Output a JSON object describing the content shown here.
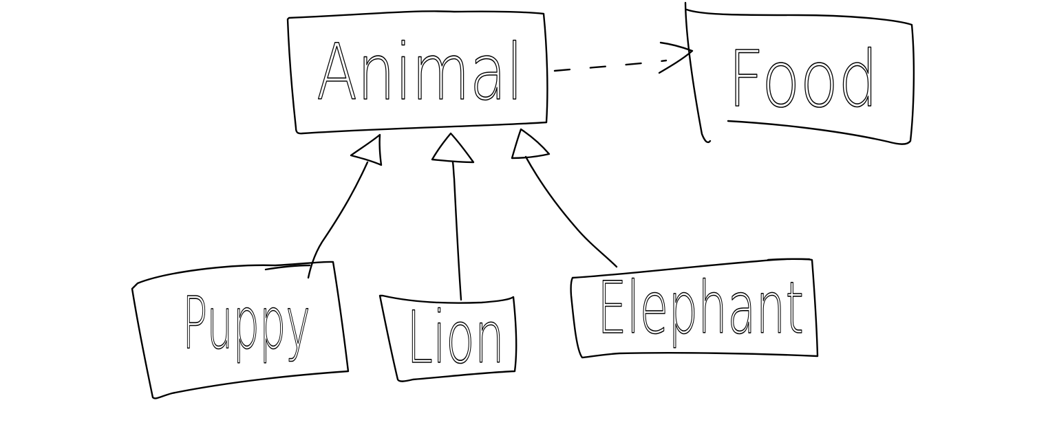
{
  "diagram": {
    "style": {
      "stroke_color": "#000000",
      "background": "#ffffff"
    },
    "nodes": [
      {
        "id": "animal",
        "label": "Animal"
      },
      {
        "id": "food",
        "label": "Food"
      },
      {
        "id": "puppy",
        "label": "Puppy"
      },
      {
        "id": "lion",
        "label": "Lion"
      },
      {
        "id": "elephant",
        "label": "Elephant"
      }
    ],
    "edges": [
      {
        "from": "puppy",
        "to": "animal",
        "kind": "inheritance"
      },
      {
        "from": "lion",
        "to": "animal",
        "kind": "inheritance"
      },
      {
        "from": "elephant",
        "to": "animal",
        "kind": "inheritance"
      },
      {
        "from": "animal",
        "to": "food",
        "kind": "dependency"
      }
    ]
  }
}
